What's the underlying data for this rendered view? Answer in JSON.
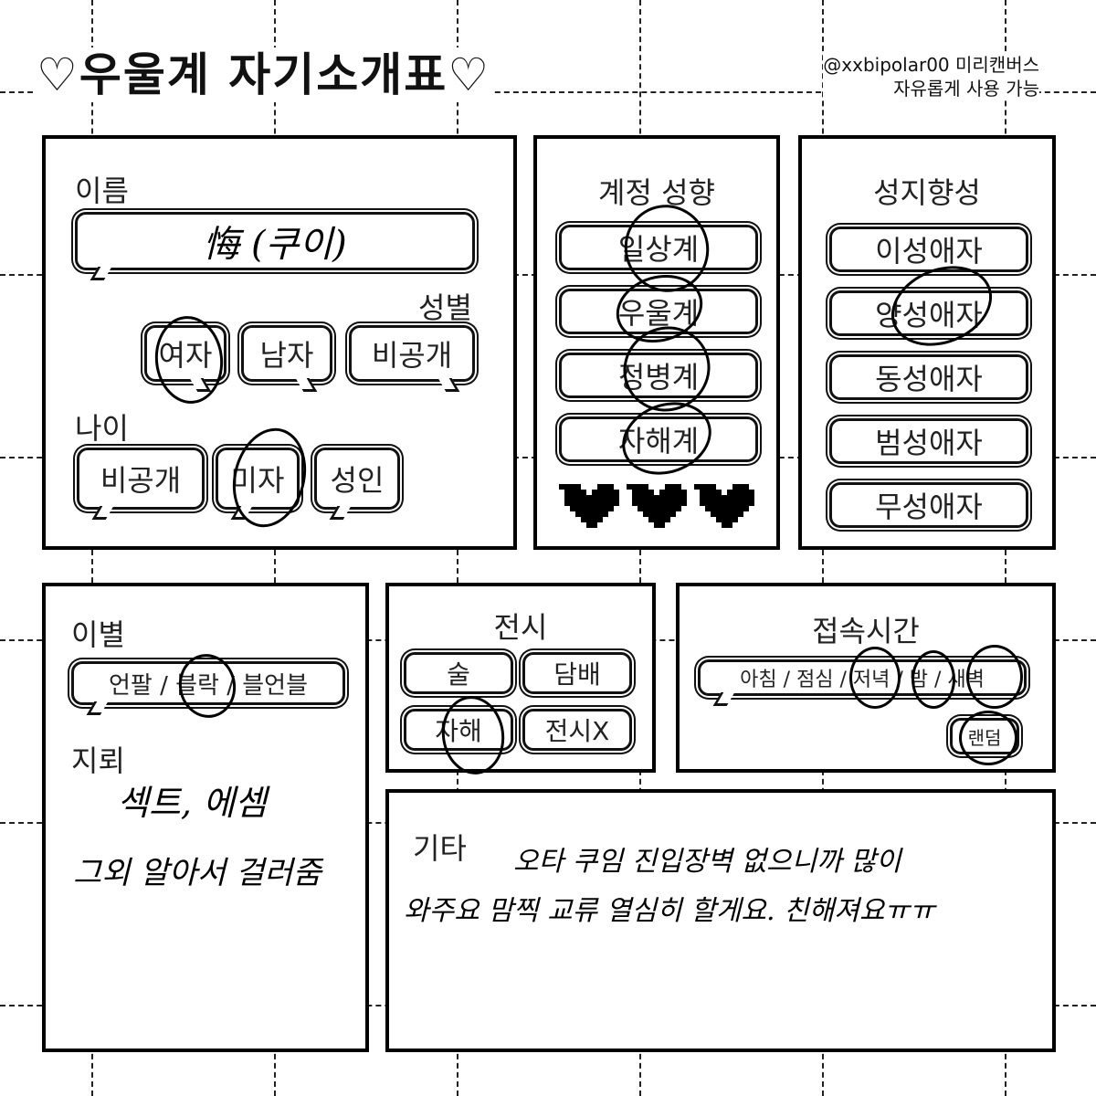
{
  "header": {
    "title": "♡우울계 자기소개표♡",
    "credit_line1": "@xxbipolar00 미리캔버스",
    "credit_line2": "자유롭게 사용 가능"
  },
  "profile": {
    "name_label": "이름",
    "name_value": "悔 (쿠이)",
    "gender_label": "성별",
    "gender_options": [
      "여자",
      "남자",
      "비공개"
    ],
    "gender_selected": "여자",
    "age_label": "나이",
    "age_options": [
      "비공개",
      "미자",
      "성인"
    ],
    "age_selected": "미자"
  },
  "account": {
    "label": "계정 성향",
    "options": [
      "일상계",
      "우울계",
      "정병계",
      "자해계"
    ],
    "selected": [
      "일상계",
      "우울계",
      "정병계",
      "자해계"
    ]
  },
  "orientation": {
    "label": "성지향성",
    "options": [
      "이성애자",
      "양성애자",
      "동성애자",
      "범성애자",
      "무성애자"
    ],
    "selected": [
      "양성애자"
    ]
  },
  "farewell": {
    "label": "이별",
    "value": "언팔 / 블락 / 블언블",
    "selected": "블락"
  },
  "mine": {
    "label": "지뢰",
    "handwritten_line1": "섹트, 에셈",
    "handwritten_line2": "그외 알아서 걸러줌"
  },
  "display": {
    "label": "전시",
    "options": [
      "술",
      "담배",
      "자해",
      "전시X"
    ],
    "selected": [
      "자해"
    ]
  },
  "access": {
    "label": "접속시간",
    "value": "아침 / 점심 / 저녁 / 밤 / 새벽",
    "random": "랜덤",
    "selected": [
      "저녁",
      "밤",
      "새벽",
      "랜덤"
    ]
  },
  "etc": {
    "label": "기타",
    "line1": "오타 쿠임     진입장벽 없으니까 많이",
    "line2": "와주요   맘찍 교류 열심히 할게요. 친해져요ㅠㅠ"
  }
}
